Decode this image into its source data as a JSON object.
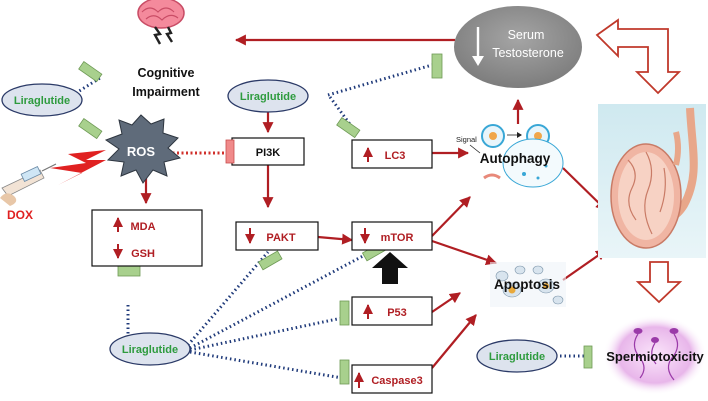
{
  "labels": {
    "cognitive_line1": "Cognitive",
    "cognitive_line2": "Impairment",
    "ros": "ROS",
    "dox": "DOX",
    "pi3k": "PI3K",
    "lc3": "LC3",
    "mda": "MDA",
    "gsh": "GSH",
    "pakt": "PAKT",
    "mtor": "mTOR",
    "p53": "P53",
    "caspase3": "Caspase3",
    "serum_line1": "Serum",
    "serum_line2": "Testosterone",
    "signal": "Signal",
    "autophagy": "Autophagy",
    "apoptosis": "Apoptosis",
    "spermiotoxicity": "Spermiotoxicity"
  },
  "liraglutide": {
    "left": "Liraglutide",
    "top": "Liraglutide",
    "bottom": "Liraglutide",
    "right": "Liraglutide"
  },
  "colors": {
    "activate_arrow": "#b01e23",
    "inhibit_line": "#1f3a7a",
    "liraglutide_text": "#2e9b3e",
    "blocker_fill": "#a8d08d",
    "serum_fill": "#8a8a8a",
    "ros_fill": "#5f6b7a",
    "spermiotoxicity_glow": "#e6b3e6"
  },
  "icons": [
    "brain-icon",
    "syringe-icon",
    "testis-icon",
    "sperm-icon",
    "autophagy-cell-icon",
    "apoptosis-cells-icon"
  ]
}
